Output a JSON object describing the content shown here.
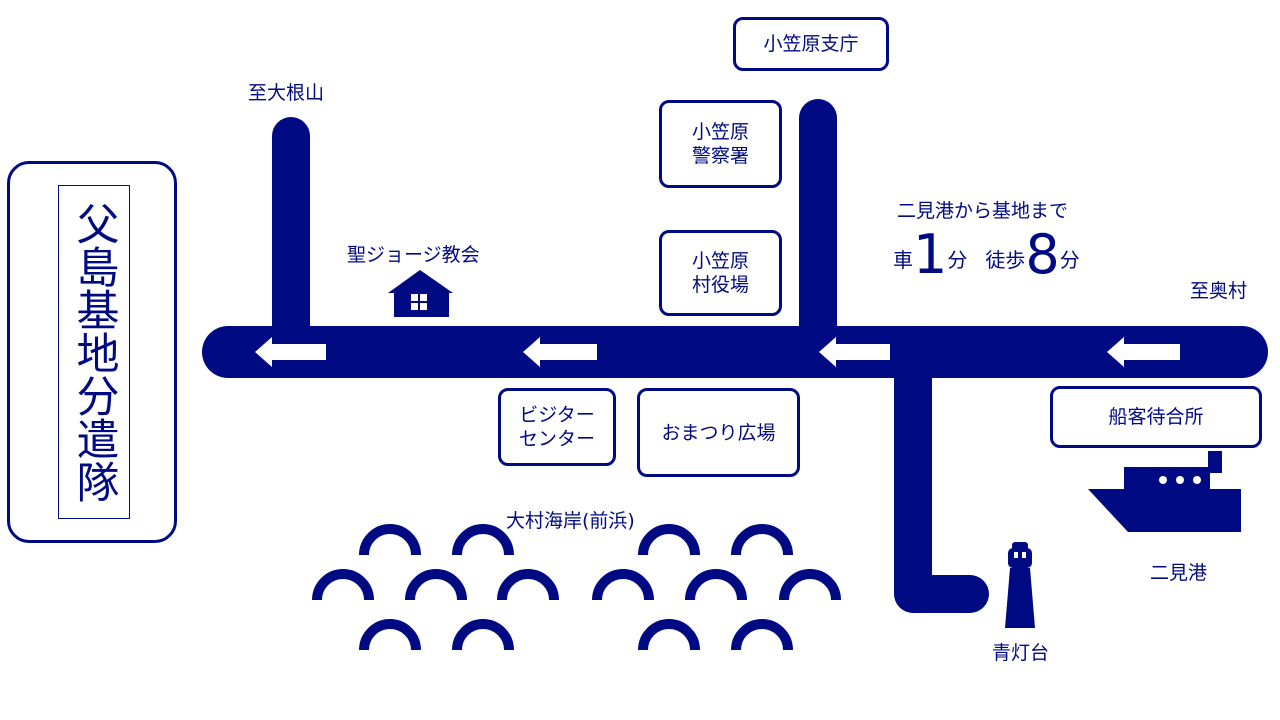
{
  "title": "父島基地分遣隊",
  "colors": {
    "primary": "#000a82",
    "background": "#ffffff",
    "arrow": "#ffffff"
  },
  "directions": {
    "to_oneyama": "至大根山",
    "to_okumura": "至奥村"
  },
  "facilities": {
    "branch_office": "小笠原支庁",
    "police_line1": "小笠原",
    "police_line2": "警察署",
    "village_office_line1": "小笠原",
    "village_office_line2": "村役場",
    "visitor_line1": "ビジター",
    "visitor_line2": "センター",
    "festival_plaza": "おまつり広場",
    "passenger_terminal": "船客待合所"
  },
  "landmarks": {
    "church": "聖ジョージ教会",
    "beach": "大村海岸(前浜)",
    "lighthouse": "青灯台",
    "port": "二見港"
  },
  "access": {
    "heading": "二見港から基地まで",
    "car_label": "車",
    "car_value": "1",
    "car_unit": "分",
    "walk_label": "徒歩",
    "walk_value": "8",
    "walk_unit": "分"
  },
  "icons": [
    "house-icon",
    "lighthouse-icon",
    "ship-icon",
    "arrow-left-icon",
    "wave-icon"
  ]
}
